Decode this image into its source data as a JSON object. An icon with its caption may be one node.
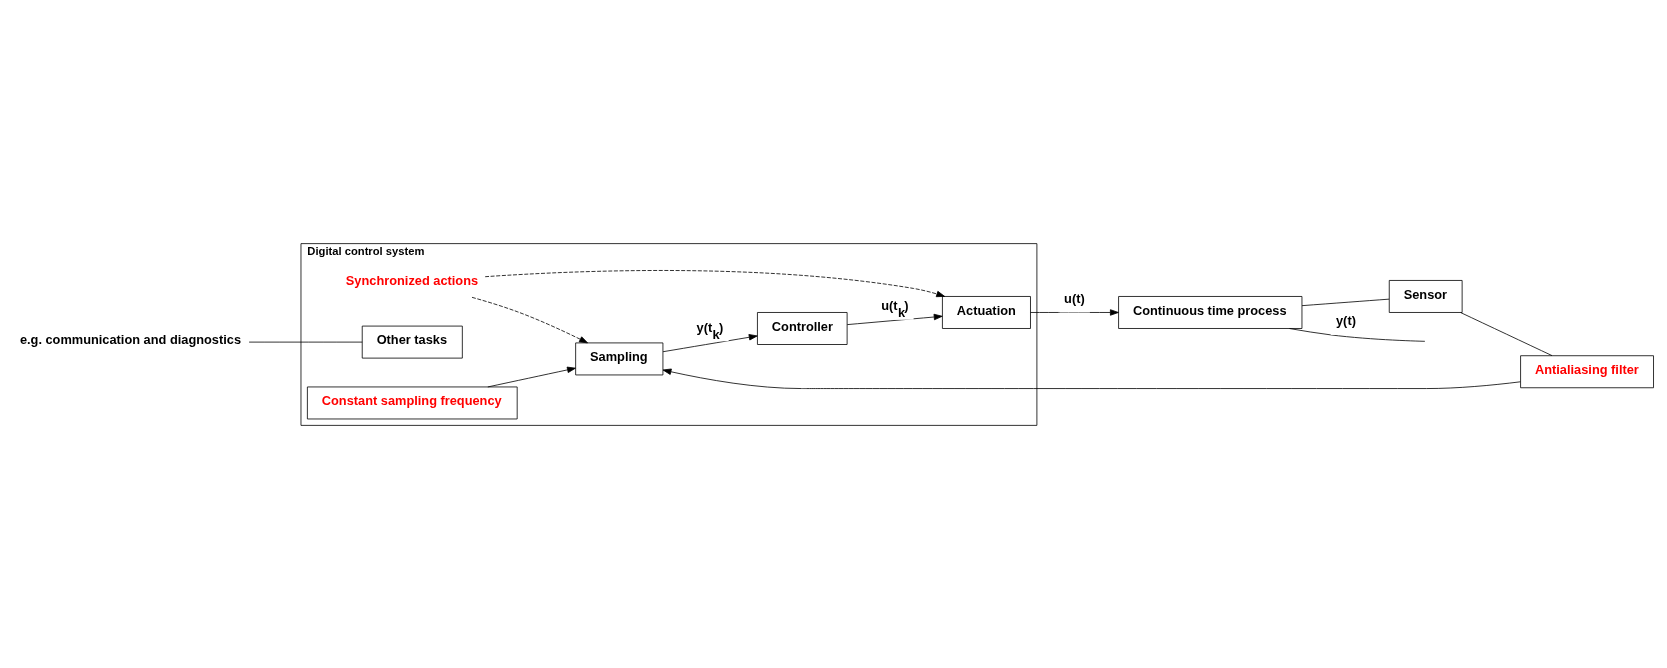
{
  "diagram": {
    "nodes": [
      {
        "text": [
          "Digital control system"
        ]
      },
      {
        "text": [
          "Constant sampling frequency"
        ],
        "in": 0
      },
      {
        "text": [
          "Other tasks"
        ],
        "in": 0
      },
      {
        "text": [
          "e.g. communication and diagnostics"
        ]
      },
      {
        "text": [
          "Sampling"
        ],
        "in": 0
      },
      {
        "text": [
          "Controller"
        ],
        "in": 0
      },
      {
        "text": [
          "Actuation"
        ],
        "in": 0
      },
      {
        "text": [
          "Synchronized actions"
        ],
        "in": 0
      },
      {
        "text": [
          "Continuous time process"
        ]
      },
      {
        "text": [
          "Sensor"
        ]
      },
      {
        "text": [
          "Antialiasing filter"
        ]
      }
    ],
    "edges": [
      {
        "from": 1,
        "to": 4,
        "arrow": "to"
      },
      {
        "from": 4,
        "to": 5,
        "arrow": "to",
        "label": "y(t$_{k}$)"
      },
      {
        "from": 5,
        "to": 6,
        "arrow": "to",
        "label": "u(t$_{k}$)"
      },
      {
        "from": 6,
        "to": 8,
        "arrow": "to",
        "label": "u(t)"
      },
      {
        "from": 8,
        "to": null,
        "arrow": "none",
        "label": "y(t)"
      },
      {
        "from": 8,
        "to": 9,
        "arrow": "none"
      },
      {
        "from": 9,
        "to": 10,
        "arrow": "none"
      },
      {
        "from": 10,
        "to": 4,
        "arrow": "to"
      },
      {
        "from": 7,
        "to": 4,
        "arrow": "to",
        "style": "dashed"
      },
      {
        "from": 7,
        "to": 6,
        "arrow": "to",
        "style": "dashed"
      },
      {
        "from": 3,
        "to": 2,
        "arrow": "none"
      }
    ]
  }
}
